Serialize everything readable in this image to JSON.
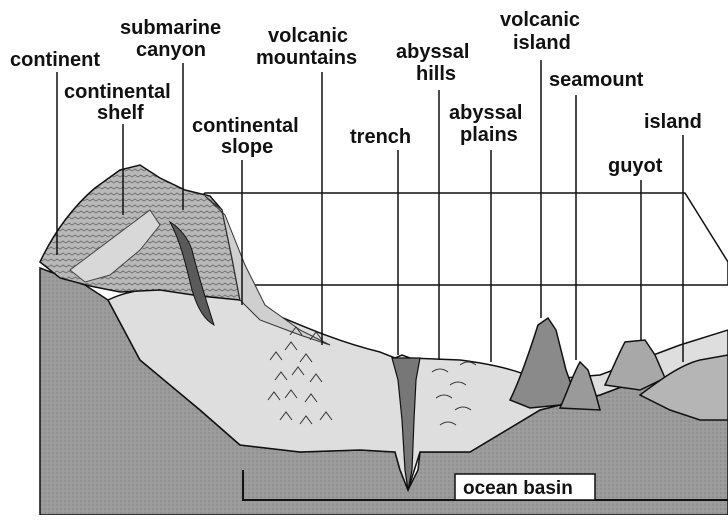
{
  "diagram": {
    "labels": {
      "continent": "continent",
      "continental_shelf_1": "continental",
      "continental_shelf_2": "shelf",
      "submarine_canyon_1": "submarine",
      "submarine_canyon_2": "canyon",
      "continental_slope_1": "continental",
      "continental_slope_2": "slope",
      "volcanic_mountains_1": "volcanic",
      "volcanic_mountains_2": "mountains",
      "trench": "trench",
      "abyssal_hills_1": "abyssal",
      "abyssal_hills_2": "hills",
      "abyssal_plains_1": "abyssal",
      "abyssal_plains_2": "plains",
      "volcanic_island_1": "volcanic",
      "volcanic_island_2": "island",
      "seamount": "seamount",
      "guyot": "guyot",
      "island": "island",
      "ocean_basin": "ocean basin"
    },
    "colors": {
      "ink": "#111111",
      "land_dark": "#6e6e6e",
      "land_mid": "#8a8a8a",
      "sea_surface": "#d6d6d6",
      "sea_floor": "#c2c2c2",
      "ocean_body": "#8c8c8c",
      "front_face": "#9a9a9a"
    }
  }
}
